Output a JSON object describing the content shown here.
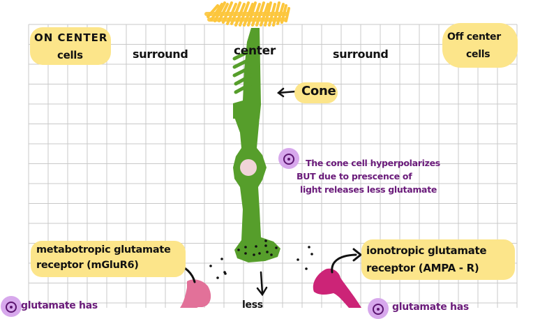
{
  "labels": {
    "on_center_line1": "ON CENTER",
    "on_center_line2": "cells",
    "off_center_line1": "Off center",
    "off_center_line2": "cells",
    "surround_left": "surround",
    "center": "center",
    "surround_right": "surround",
    "cone": "Cone",
    "cone_arrow": "←",
    "note_line1": "The cone cell hyperpolarizes",
    "note_line2": "BUT due to prescence of",
    "note_line3": "light releases less glutamate",
    "mglur_line1": "metabotropic glutamate",
    "mglur_line2": "receptor (mGluR6)",
    "ampa_line1": "ionotropic glutamate",
    "ampa_line2": "receptor (AMPA - R)",
    "less": "less",
    "bottom_left_note": "glutamate has",
    "bottom_right_note": "glutamate has"
  },
  "colors": {
    "grid": "#c8c8c8",
    "highlight_yellow": "#fce58a",
    "light_rays": "#fcc63c",
    "cone_green": "#569e2b",
    "nucleus_pink": "#f0d4d8",
    "note_purple": "#6a1b7a",
    "badge_purple": "#d7a8ec",
    "mglur_pink": "#e27199",
    "ampa_magenta": "#cc2477",
    "ink": "#111111"
  }
}
